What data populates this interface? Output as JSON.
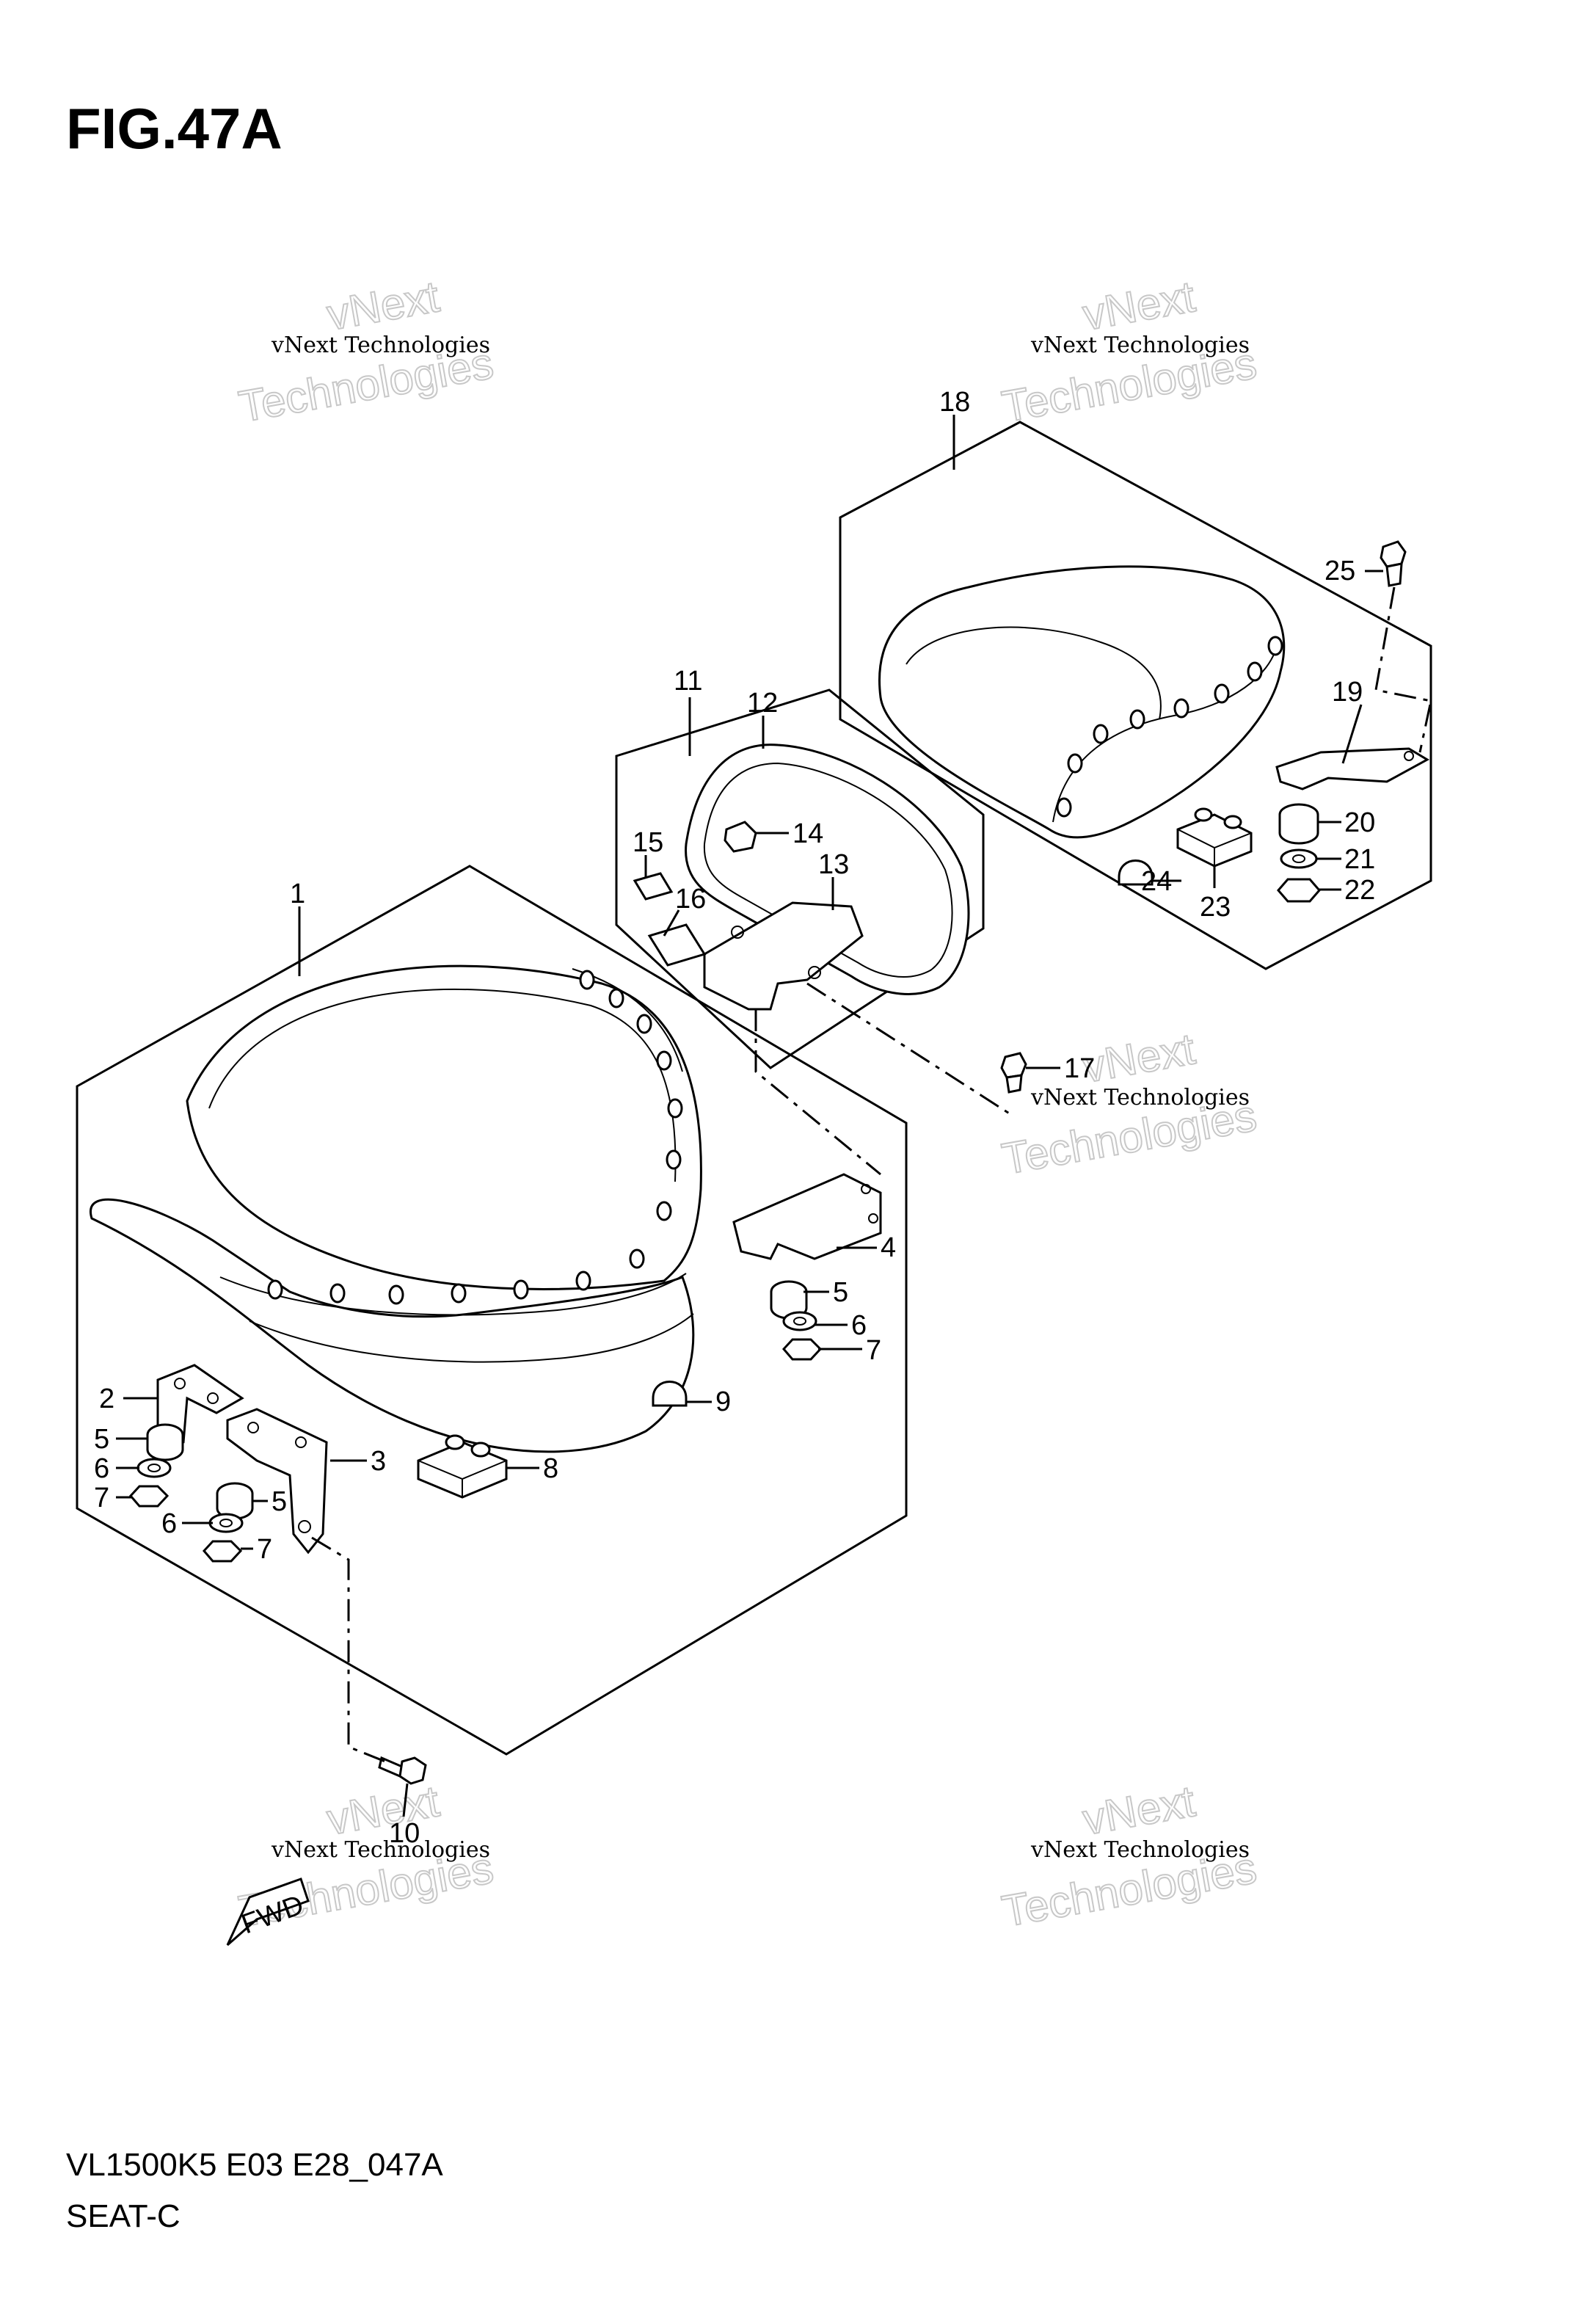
{
  "figure": {
    "title": "FIG.47A",
    "code": "VL1500K5 E03 E28_047A",
    "name": "SEAT-C"
  },
  "watermark": {
    "line1": "vNext Technologies",
    "line2": "Technologies",
    "line3": "vNext"
  },
  "fwd_label": "FWD",
  "callouts": {
    "c1": "1",
    "c2": "2",
    "c3": "3",
    "c4": "4",
    "c5a": "5",
    "c5b": "5",
    "c5c": "5",
    "c6a": "6",
    "c6b": "6",
    "c6c": "6",
    "c7a": "7",
    "c7b": "7",
    "c7c": "7",
    "c8": "8",
    "c9": "9",
    "c10": "10",
    "c11": "11",
    "c12": "12",
    "c13": "13",
    "c14": "14",
    "c15": "15",
    "c16": "16",
    "c17": "17",
    "c18": "18",
    "c19": "19",
    "c20": "20",
    "c21": "21",
    "c22": "22",
    "c23": "23",
    "c24": "24",
    "c25": "25"
  },
  "colors": {
    "line": "#000000",
    "watermark": "#c8c8c8",
    "background": "#ffffff"
  }
}
